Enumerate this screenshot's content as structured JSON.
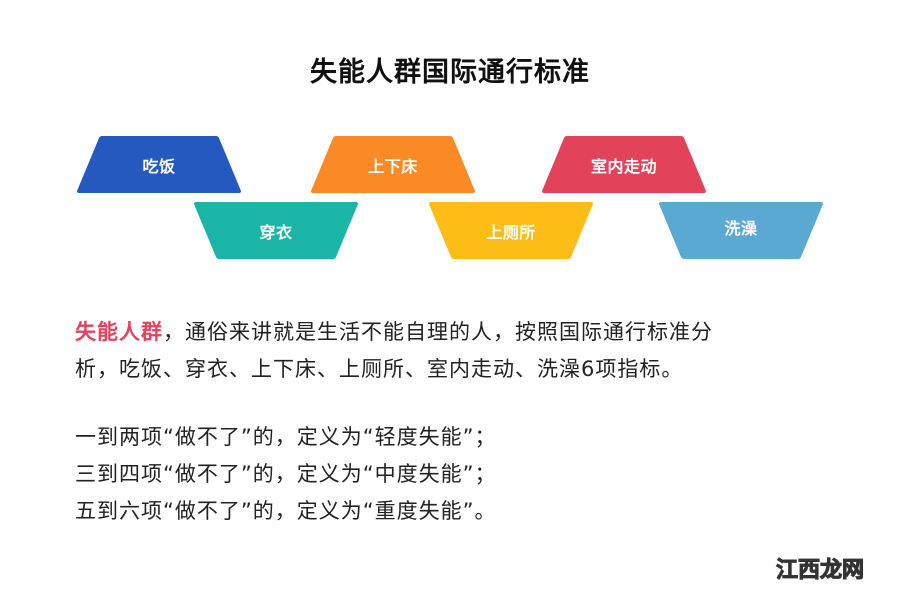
{
  "title": "失能人群国际通行标准",
  "indicators": [
    {
      "label": "吃饭",
      "color": "#2459bf",
      "row": "top"
    },
    {
      "label": "穿衣",
      "color": "#1ab5a6",
      "row": "bottom"
    },
    {
      "label": "上下床",
      "color": "#f98a25",
      "row": "top"
    },
    {
      "label": "上厕所",
      "color": "#fbbd16",
      "row": "bottom"
    },
    {
      "label": "室内走动",
      "color": "#e2425a",
      "row": "top"
    },
    {
      "label": "洗澡",
      "color": "#5aa9d2",
      "row": "bottom"
    }
  ],
  "paragraph": {
    "highlight": "失能人群",
    "highlight_color": "#e0445e",
    "line1_rest": "，通俗来讲就是生活不能自理的人，按照国际通行标准分",
    "line2": "析，吃饭、穿衣、上下床、上厕所、室内走动、洗澡6项指标。"
  },
  "definitions": [
    "一到两项“做不了”的，定义为“轻度失能”；",
    "三到四项“做不了”的，定义为“中度失能”；",
    "五到六项“做不了”的，定义为“重度失能”。"
  ],
  "watermark": {
    "part1": "江西",
    "part2": "龙网"
  }
}
